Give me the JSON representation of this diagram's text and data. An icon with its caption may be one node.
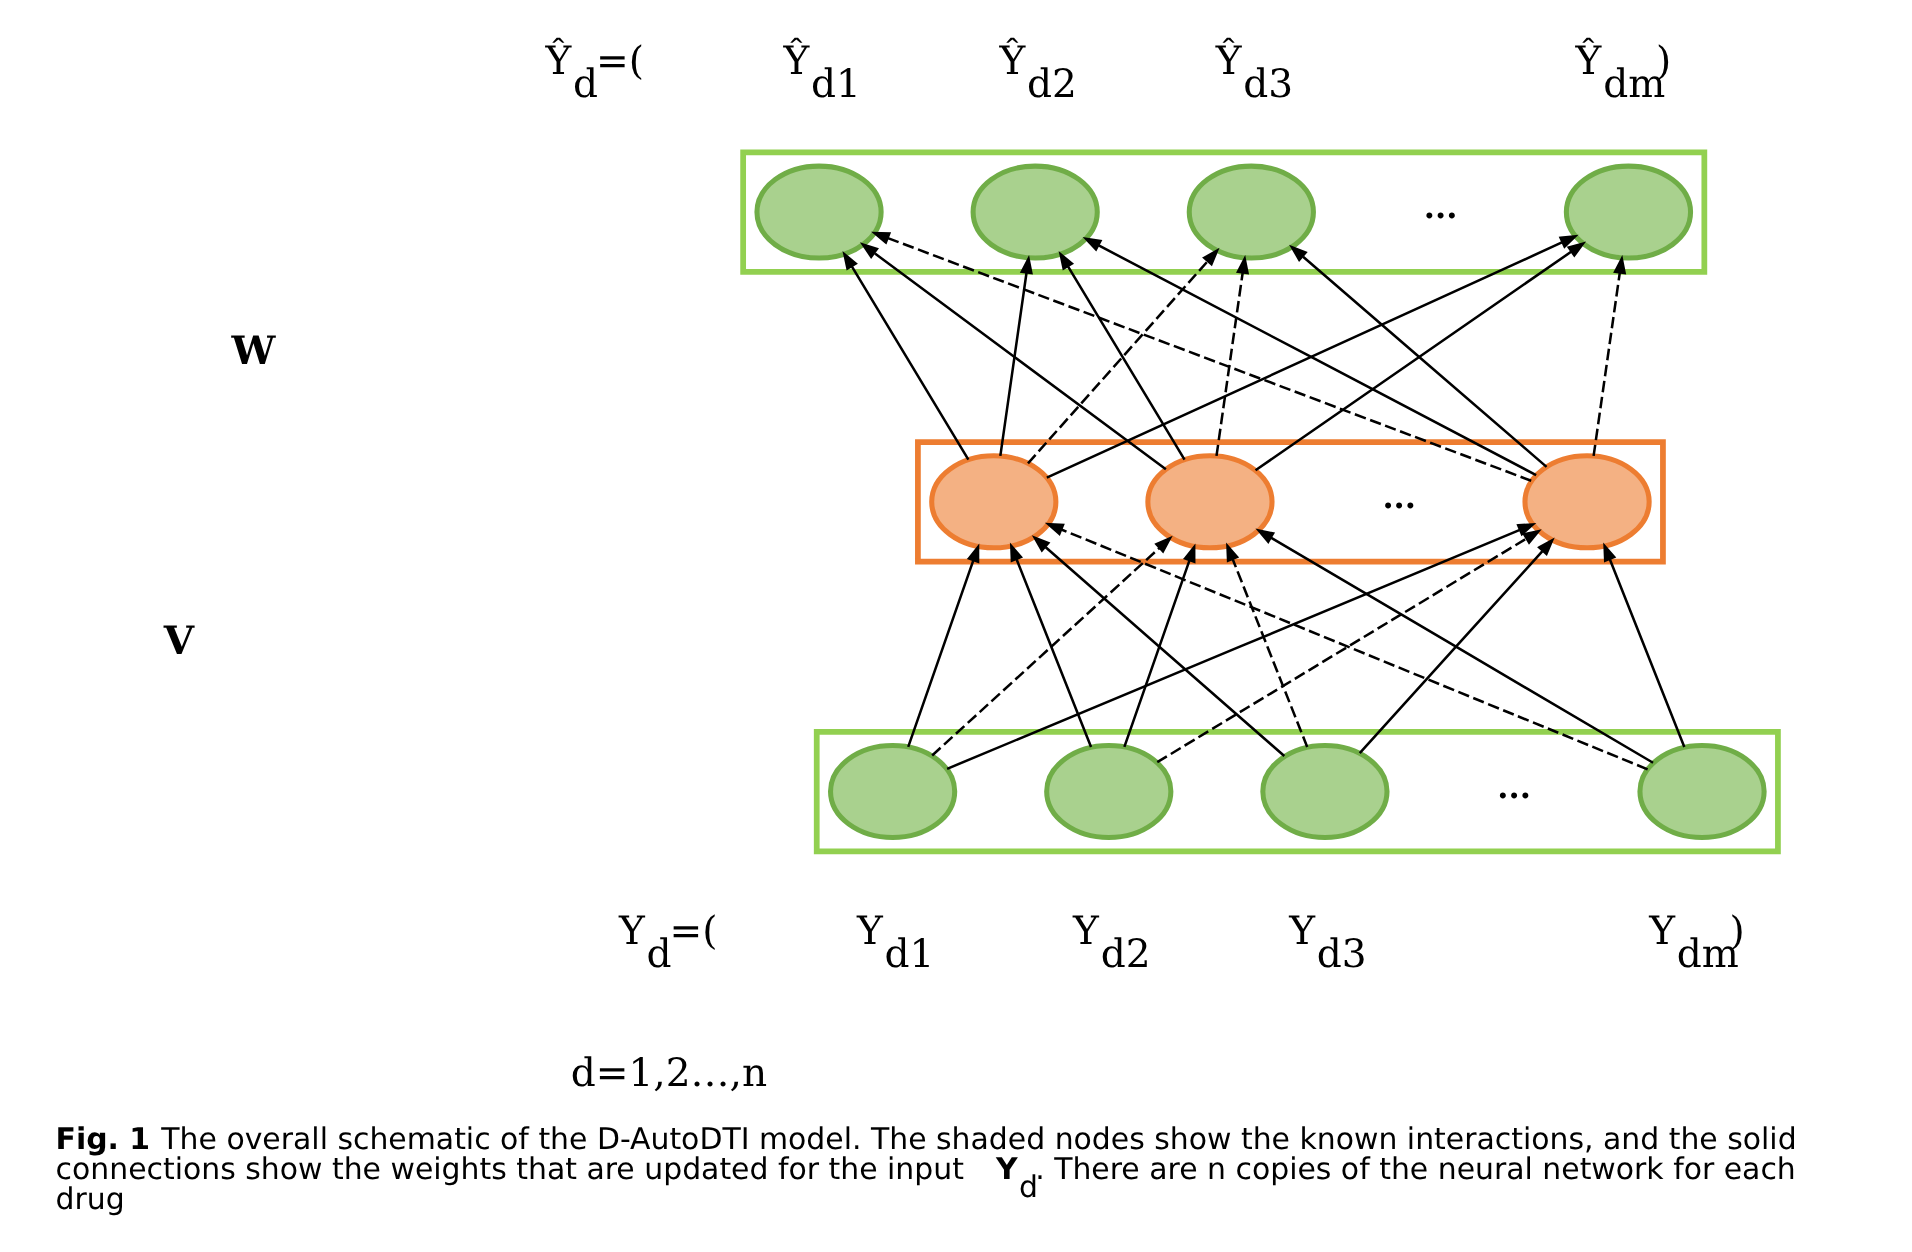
{
  "diagram": {
    "caption": "**Fig. 1** The overall schematic of the D-AutoDTI model. The shaded nodes show the known interactions, and the solid connections show the weights that are updated for the input **Y**$_{d}$. There are n copies of the neural network for each drug",
    "nodes": [
      {
        "text": [],
        "shape": "box"
      },
      {
        "text": [],
        "shape": "circle",
        "in": 0,
        "beside": [
          "Ŷ$_{d1}$"
        ]
      },
      {
        "text": [],
        "shape": "circle",
        "in": 0,
        "beside": [
          "Ŷ$_{d2}$"
        ]
      },
      {
        "text": [],
        "shape": "circle",
        "in": 0,
        "beside": [
          "Ŷ$_{d3}$"
        ]
      },
      {
        "text": [],
        "shape": "circle",
        "in": 0,
        "beside": [
          "Ŷ$_{dm}$)"
        ]
      },
      {
        "text": [],
        "shape": "box"
      },
      {
        "text": [],
        "shape": "circle",
        "in": 5
      },
      {
        "text": [],
        "shape": "circle",
        "in": 5
      },
      {
        "text": [],
        "shape": "circle",
        "in": 5
      },
      {
        "text": [],
        "shape": "box"
      },
      {
        "text": [],
        "shape": "circle",
        "in": 9,
        "beside": [
          "Y$_{d1}$"
        ]
      },
      {
        "text": [],
        "shape": "circle",
        "in": 9,
        "beside": [
          "Y$_{d2}$"
        ]
      },
      {
        "text": [],
        "shape": "circle",
        "in": 9,
        "beside": [
          "Y$_{d3}$"
        ]
      },
      {
        "text": [],
        "shape": "circle",
        "in": 9,
        "beside": [
          "Y$_{dm}$)"
        ]
      }
    ],
    "edges": [
      {
        "from": 10,
        "to": 6,
        "arrow": "to"
      },
      {
        "from": 10,
        "to": 7,
        "arrow": "to",
        "style": "dashed"
      },
      {
        "from": 10,
        "to": 8,
        "arrow": "to"
      },
      {
        "from": 11,
        "to": 6,
        "arrow": "to"
      },
      {
        "from": 11,
        "to": 7,
        "arrow": "to"
      },
      {
        "from": 11,
        "to": 8,
        "arrow": "to",
        "style": "dashed"
      },
      {
        "from": 12,
        "to": 6,
        "arrow": "to"
      },
      {
        "from": 12,
        "to": 7,
        "arrow": "to",
        "style": "dashed"
      },
      {
        "from": 12,
        "to": 8,
        "arrow": "to"
      },
      {
        "from": 13,
        "to": 6,
        "arrow": "to",
        "style": "dashed"
      },
      {
        "from": 13,
        "to": 7,
        "arrow": "to"
      },
      {
        "from": 13,
        "to": 8,
        "arrow": "to"
      },
      {
        "from": 6,
        "to": 1,
        "arrow": "to"
      },
      {
        "from": 7,
        "to": 1,
        "arrow": "to"
      },
      {
        "from": 8,
        "to": 1,
        "arrow": "to",
        "style": "dashed"
      },
      {
        "from": 6,
        "to": 2,
        "arrow": "to"
      },
      {
        "from": 7,
        "to": 2,
        "arrow": "to"
      },
      {
        "from": 8,
        "to": 2,
        "arrow": "to"
      },
      {
        "from": 6,
        "to": 3,
        "arrow": "to",
        "style": "dashed"
      },
      {
        "from": 7,
        "to": 3,
        "arrow": "to",
        "style": "dashed"
      },
      {
        "from": 8,
        "to": 3,
        "arrow": "to"
      },
      {
        "from": 6,
        "to": 4,
        "arrow": "to"
      },
      {
        "from": 7,
        "to": 4,
        "arrow": "to"
      },
      {
        "from": 8,
        "to": 4,
        "arrow": "to",
        "style": "dashed"
      }
    ],
    "labels": [
      "Ŷ$_{d}$=(",
      "...",
      "W",
      "...",
      "V",
      "...",
      "Y$_{d}$=(",
      "d=1,2…,n"
    ]
  }
}
